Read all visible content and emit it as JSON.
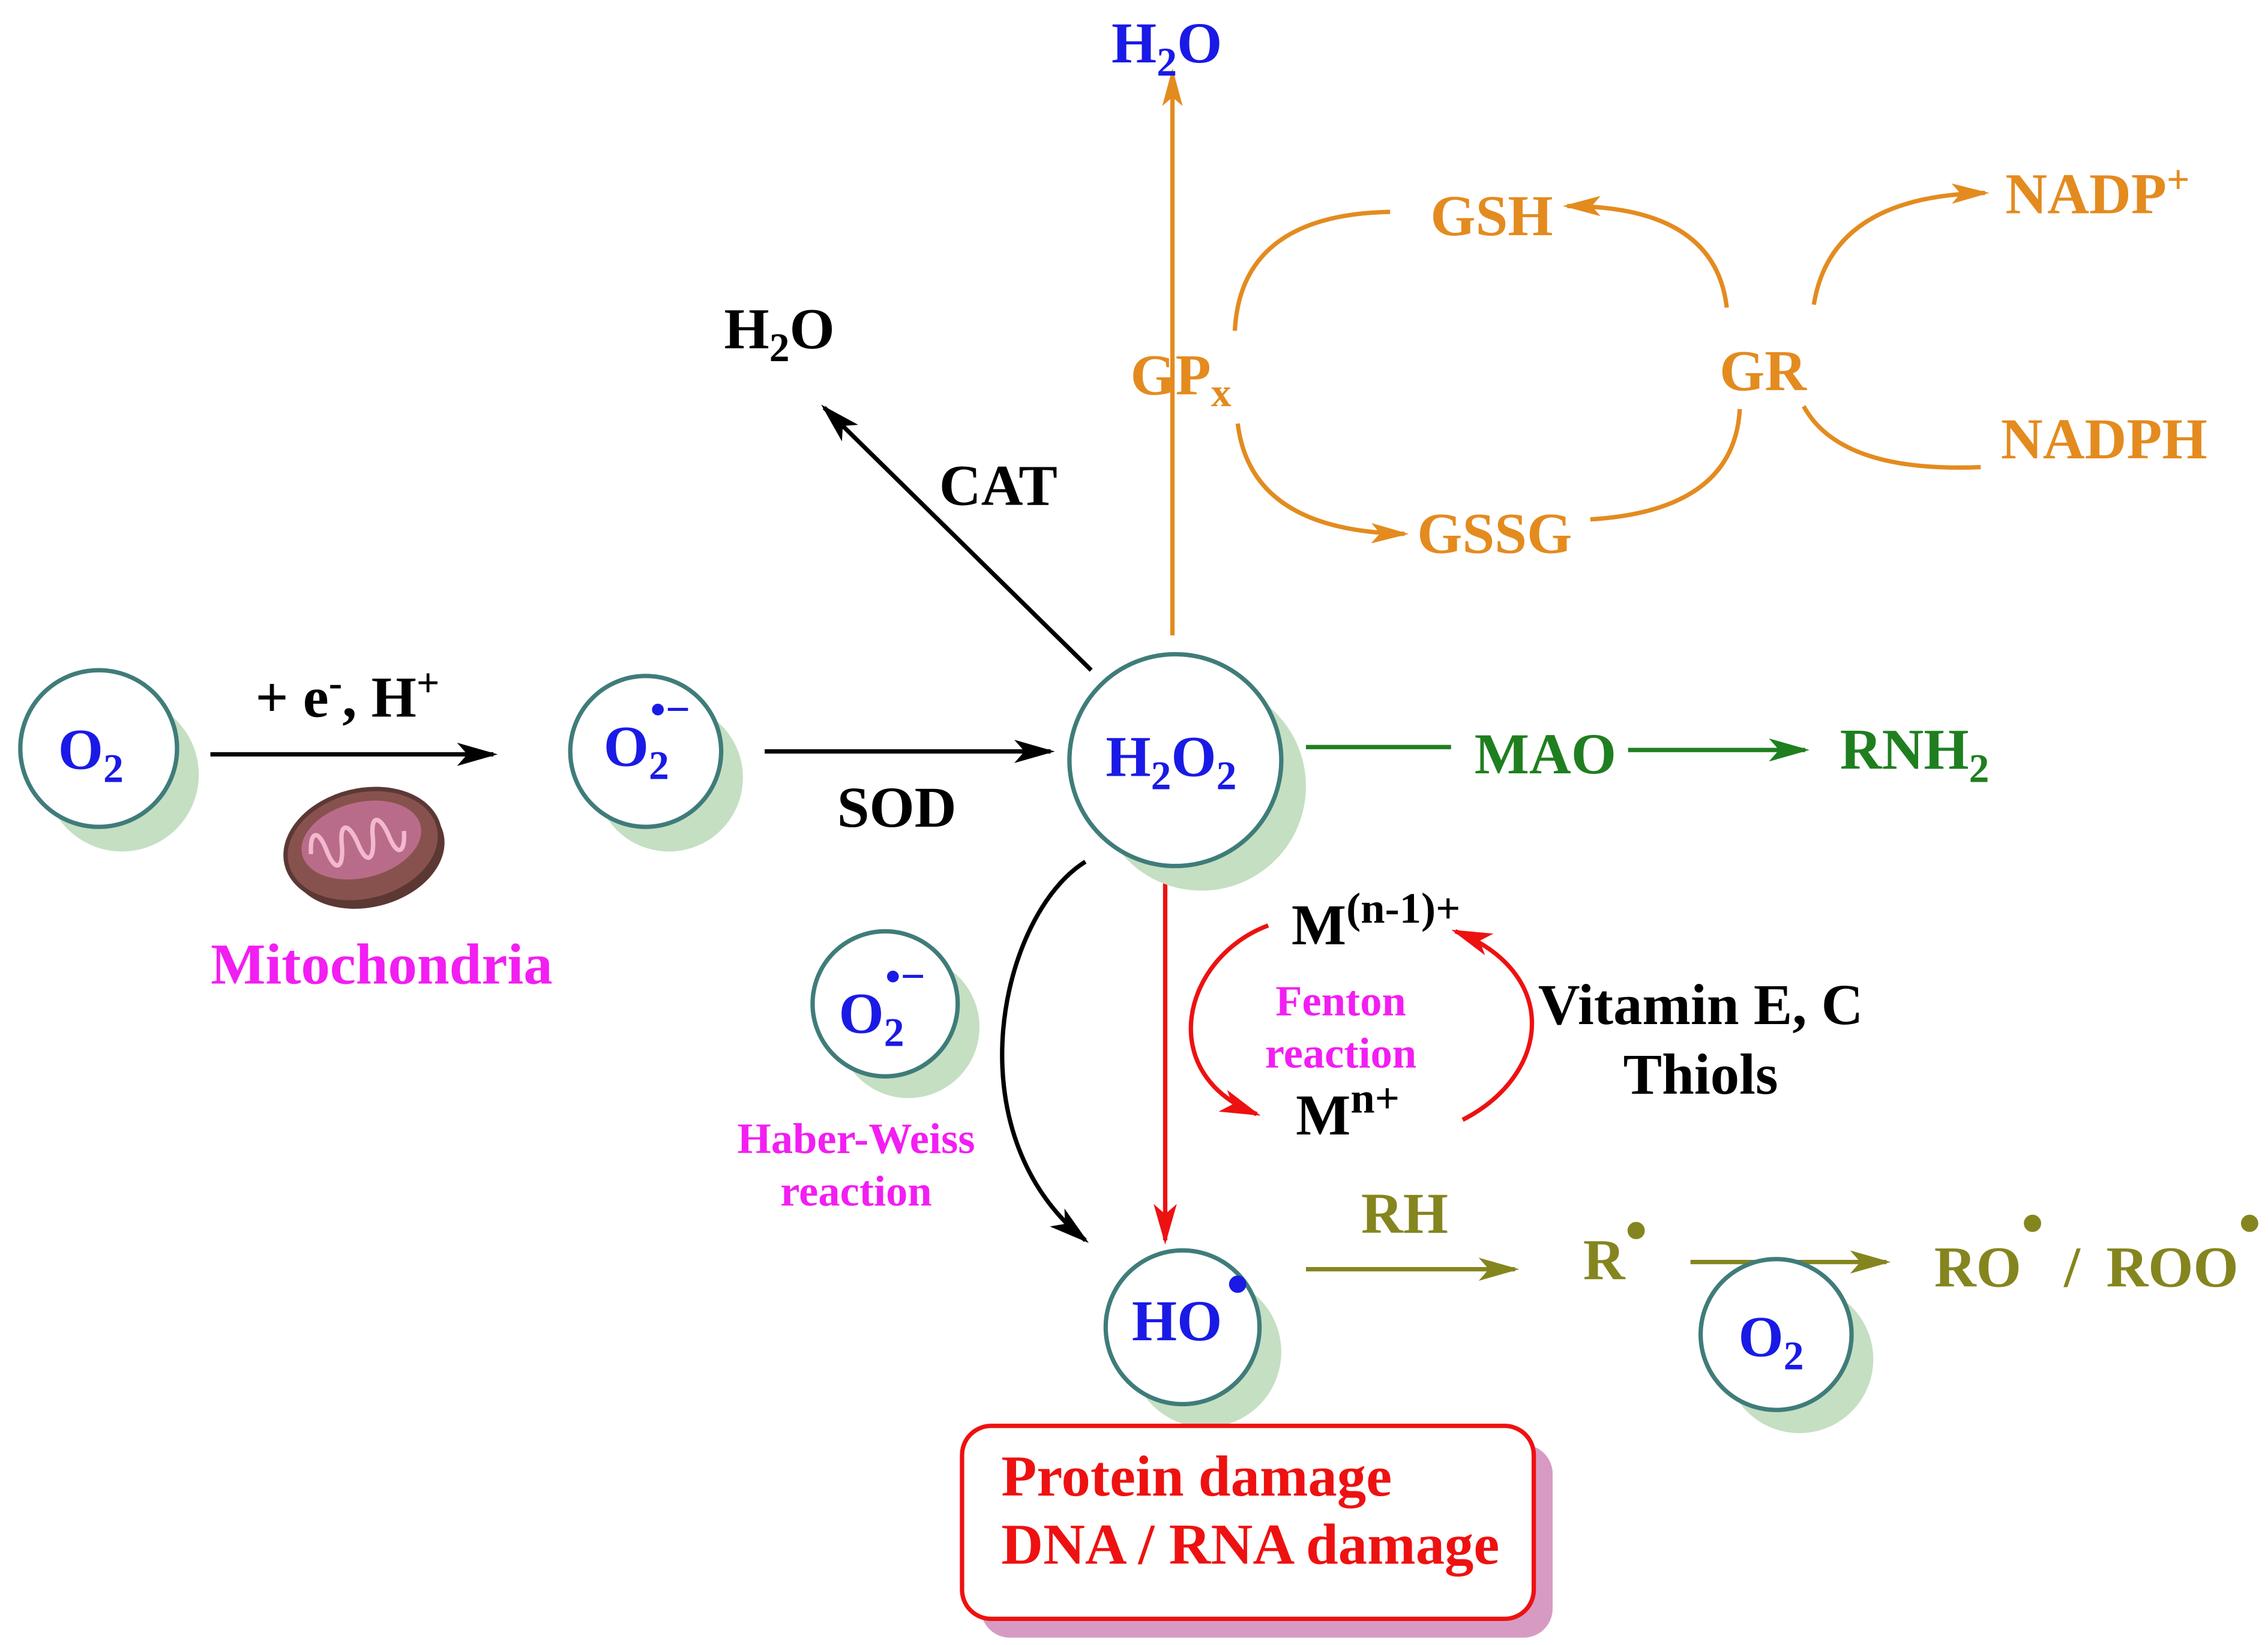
{
  "colors": {
    "blue": "#1a1ae6",
    "black": "#000000",
    "orange": "#e38b1f",
    "green": "#1f7f1f",
    "magenta": "#f21ef2",
    "olive": "#85851f",
    "red": "#ee1111",
    "white": "#ffffff",
    "circle_stroke": "#3f7c7a",
    "circle_shadow": "#c5dfc3",
    "box_shadow": "#d79bc3",
    "mito_outer": "#87524d",
    "mito_rim": "#5c3835",
    "mito_inner": "#b96c89",
    "mito_cristae": "#f3b8ce"
  },
  "icons": {
    "mitochondrion": "mitochondrion-icon"
  },
  "top_water": {
    "a": "H",
    "sub": "2",
    "b": "O"
  },
  "cat_water": {
    "a": "H",
    "sub": "2",
    "b": "O"
  },
  "oxygen_start": {
    "a": "O",
    "sub": "2"
  },
  "reduction_step": {
    "a": "+ e",
    "sup1": "-",
    "b": ", H",
    "sup2": "+"
  },
  "mitochondria_label": "Mitochondria",
  "superoxide": {
    "a": "O",
    "sub": "2",
    "sup": "•−"
  },
  "sod": "SOD",
  "hydrogen_peroxide": {
    "a": "H",
    "sub1": "2",
    "b": "O",
    "sub2": "2"
  },
  "cat": "CAT",
  "gpx": {
    "a": "GP",
    "sub": "x"
  },
  "gsh": "GSH",
  "gssg": "GSSG",
  "gr": "GR",
  "nadp": {
    "a": "NADP",
    "sup": "+"
  },
  "nadph": "NADPH",
  "mao": "MAO",
  "rnh2": {
    "a": "RNH",
    "sub": "2"
  },
  "superoxide_hw": {
    "a": "O",
    "sub": "2",
    "sup": "•−"
  },
  "haber_weiss": {
    "line1": "Haber-Weiss",
    "line2": "reaction"
  },
  "metal_ox": {
    "a": "M",
    "sup": "(n-1)+"
  },
  "fenton": {
    "line1": "Fenton",
    "line2": "reaction"
  },
  "metal_red": {
    "a": "M",
    "sup": "n+"
  },
  "antioxidants": {
    "line1": "Vitamin E, C",
    "line2": "Thiols"
  },
  "hydroxyl": {
    "a": "HO",
    "sup": "•"
  },
  "rh": "RH",
  "alkyl_radical": {
    "a": "R",
    "sup": "•"
  },
  "oxygen_lipid": {
    "a": "O",
    "sub": "2"
  },
  "peroxyl": {
    "a": "RO",
    "sup1": "•",
    "sep": "/",
    "b": "ROO",
    "sup2": "•"
  },
  "damage": {
    "line1": "Protein damage",
    "line2": "DNA / RNA damage"
  }
}
